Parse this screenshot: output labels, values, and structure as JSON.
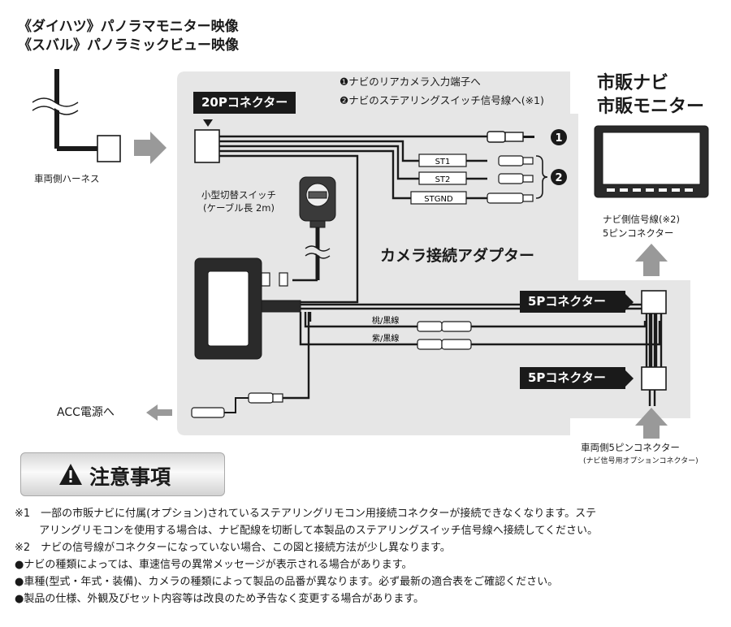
{
  "header": {
    "line1": "《ダイハツ》パノラマモニター映像",
    "line2": "《スバル》パノラミックビュー映像"
  },
  "callouts": {
    "c1": "❶ナビのリアカメラ入力端子へ",
    "c2": "❷ナビのステアリングスイッチ信号線へ(※1)"
  },
  "monitor_title": {
    "line1": "市販ナビ",
    "line2": "市販モニター"
  },
  "labels": {
    "connector_20p": "20Pコネクター",
    "harness": "車両側ハーネス",
    "switch_line1": "小型切替スイッチ",
    "switch_line2": "(ケーブル長 2m)",
    "adapter": "カメラ接続アダプター",
    "st1": "ST1",
    "st2": "ST2",
    "stgnd": "STGND",
    "mark1": "1",
    "mark2": "2",
    "peach": "桃/黒線",
    "purple": "紫/黒線",
    "nav_signal_line1": "ナビ側信号線(※2)",
    "nav_signal_line2": "5ピンコネクター",
    "connector_5p_a": "5Pコネクター",
    "connector_5p_b": "5Pコネクター",
    "acc": "ACC電源へ",
    "vehicle_5pin_line1": "車両側5ピンコネクター",
    "vehicle_5pin_line2": "(ナビ信号用オプションコネクター)"
  },
  "notice": {
    "title": "注意事項",
    "icon": "warning-icon"
  },
  "notes": [
    "※1　一部の市販ナビに付属(オプション)されているステアリングリモコン用接続コネクターが接続できなくなります。ステ",
    "　　 アリングリモコンを使用する場合は、ナビ配線を切断して本製品のステアリングスイッチ信号線へ接続してください。",
    "※2　ナビの信号線がコネクターになっていない場合、この図と接続方法が少し異なります。",
    "●ナビの種類によっては、車速信号の異常メッセージが表示される場合があります。",
    "●車種(型式・年式・装備)、カメラの種類によって製品の品番が異なります。必ず最新の適合表をご確認ください。",
    "●製品の仕様、外観及びセット内容等は改良のため予告なく変更する場合があります。"
  ],
  "colors": {
    "panel": "#e6e6e6",
    "wire": "#1a1a1a",
    "arrow": "#999999"
  }
}
